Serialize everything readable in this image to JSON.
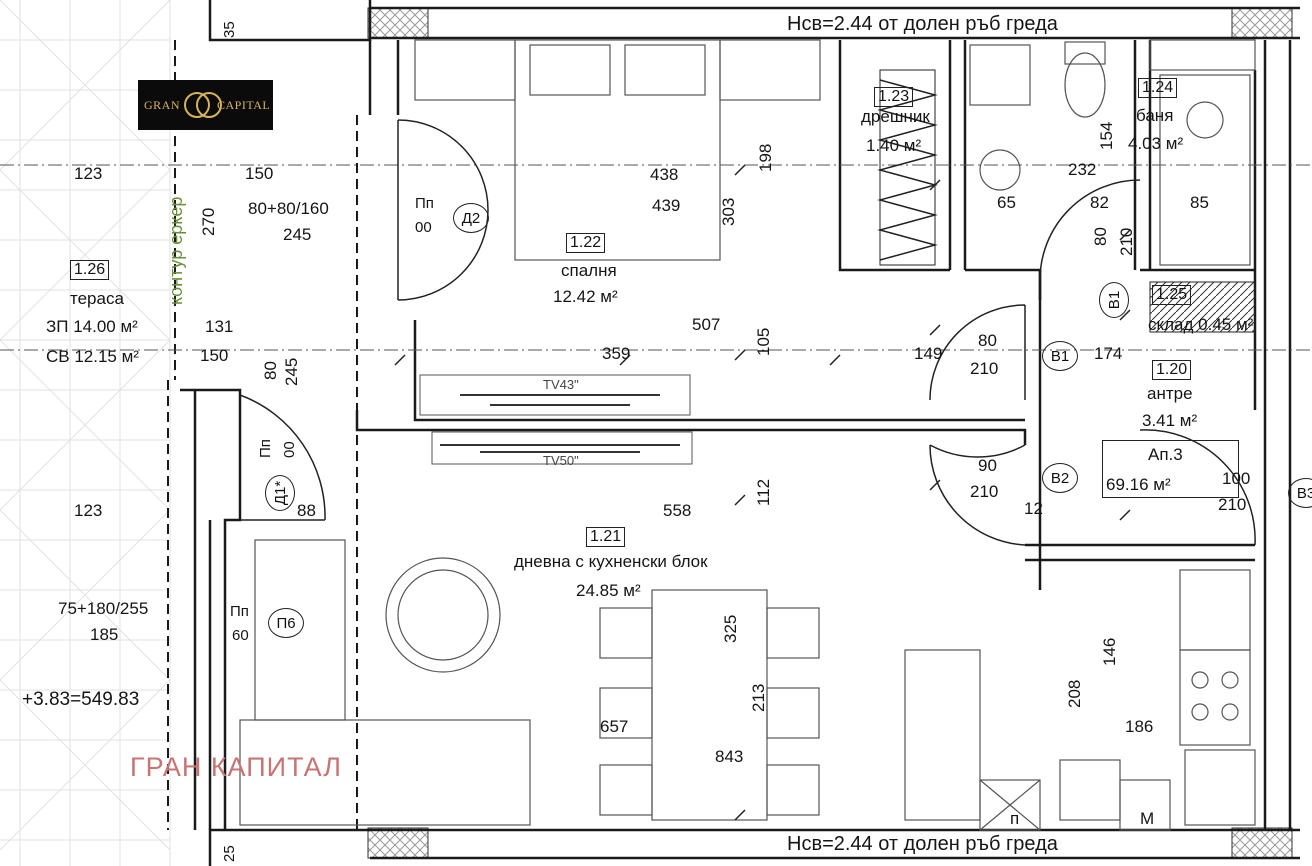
{
  "header_note_top": "Нсв=2.44 от долен ръб греда",
  "header_note_bottom": "Нсв=2.44 от долен ръб греда",
  "logo": {
    "left": "GRAN",
    "right": "CAPITAL"
  },
  "watermark": "ГРАН КАПИТАЛ",
  "contour_label": "контур еркер",
  "elevation": "+3.83=549.83",
  "rooms": {
    "bedroom": {
      "num": "1.22",
      "name": "спалня",
      "area": "12.42 м²"
    },
    "living": {
      "num": "1.21",
      "name": "дневна с кухненски блок",
      "area": "24.85 м²"
    },
    "terrace": {
      "num": "1.26",
      "name": "тераса",
      "zp": "ЗП 14.00 м²",
      "sv": "СВ 12.15 м²"
    },
    "closet": {
      "num": "1.23",
      "name": "дрешник",
      "area": "1.40 м²"
    },
    "bath": {
      "num": "1.24",
      "name": "баня",
      "area": "4.03 м²"
    },
    "storage": {
      "num": "1.25",
      "name": "склад 0.45 м²"
    },
    "hall": {
      "num": "1.20",
      "name": "антре",
      "area": "3.41 м²"
    },
    "apartment": {
      "name": "Ап.3",
      "area": "69.16 м²"
    }
  },
  "tv": {
    "top": "TV43\"",
    "bottom": "TV50\""
  },
  "doors": {
    "d2": {
      "tag": "Д2",
      "size": "80+80/160",
      "h": "245",
      "pp": "Пп",
      "pp2": "00"
    },
    "d1": {
      "tag": "Д1*",
      "pp": "Пп",
      "pp2": "00",
      "w": "80",
      "h": "245"
    },
    "p6": {
      "tag": "П6",
      "size": "75+180/255",
      "h": "185",
      "pp": "Пп",
      "pp2": "60"
    },
    "b1a": {
      "tag": "В1",
      "w": "80",
      "h": "210"
    },
    "b1b": {
      "tag": "В1",
      "w": "80",
      "h": "210"
    },
    "b2": {
      "tag": "В2",
      "w": "90",
      "h": "210"
    },
    "b3": {
      "tag": "В3",
      "w": "100",
      "h": "210"
    }
  },
  "dims": {
    "d438": "438",
    "d439": "439",
    "d303": "303",
    "d198": "198",
    "d507": "507",
    "d105": "105",
    "d359": "359",
    "d149": "149",
    "d558": "558",
    "d112": "112",
    "d325": "325",
    "d213": "213",
    "d657": "657",
    "d843": "843",
    "d208": "208",
    "d146": "146",
    "d186": "186",
    "d123a": "123",
    "d123b": "123",
    "d150a": "150",
    "d150b": "150",
    "d270": "270",
    "d131": "131",
    "d88": "88",
    "d65": "65",
    "d85": "85",
    "d154": "154",
    "d232": "232",
    "d174": "174",
    "d82": "82",
    "d35": "35",
    "d25": "25",
    "d12": "12"
  },
  "fixtures": {
    "p": "п",
    "m": "М"
  }
}
